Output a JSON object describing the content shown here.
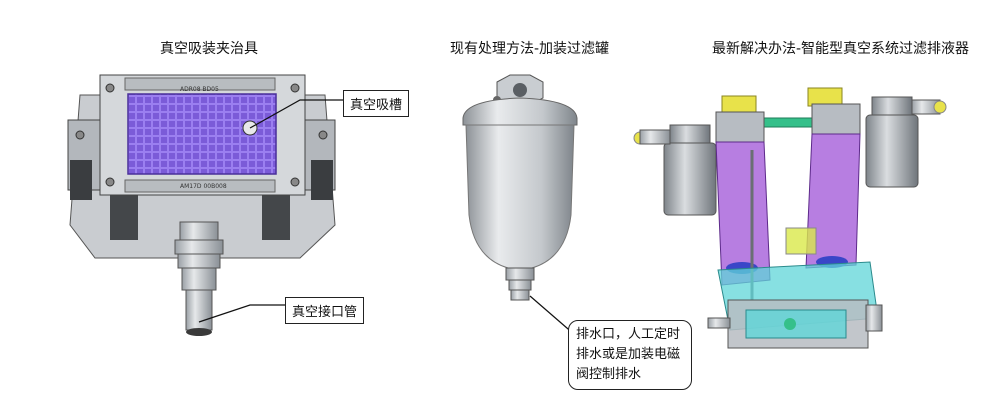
{
  "sections": [
    {
      "title": "真空吸装夹治具"
    },
    {
      "title": "现有处理方法-加装过滤罐"
    },
    {
      "title": "最新解决办法-智能型真空系统过滤排液器"
    }
  ],
  "callouts": {
    "suction_groove": "真空吸槽",
    "vacuum_connector": "真空接口管",
    "drain_note": "排水口，人工定时排水或是加装电磁阀控制排水"
  },
  "fixture_engraving": {
    "top": "ADR08 BD05",
    "bottom": "AM17D 00B008"
  },
  "colors": {
    "vacuum_grid": "#8f6ce6",
    "housing_gray": "#b7bcc2",
    "cyan_block": "#5fd6d8",
    "purple_glass": "#a35ad8",
    "green_rod": "#35c08a",
    "yellow_clip": "#e8e24a"
  }
}
